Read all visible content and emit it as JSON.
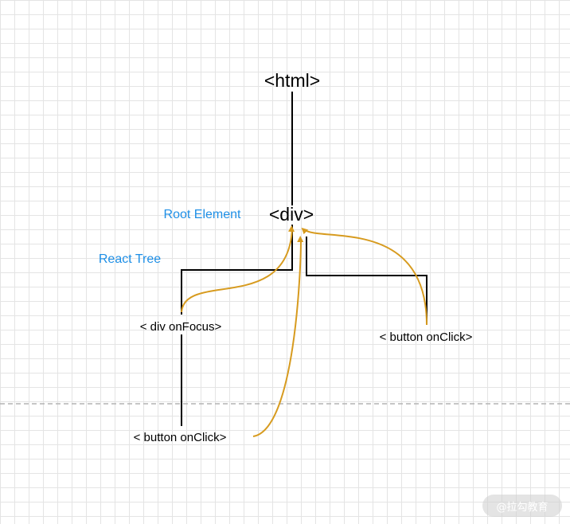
{
  "diagram": {
    "nodes": {
      "html": "<html>",
      "div": "<div>",
      "div_onfocus": "< div onFocus>",
      "button_right": "< button onClick>",
      "button_bottom": "< button onClick>"
    },
    "annotations": {
      "root_element": "Root Element",
      "react_tree": "React Tree"
    },
    "colors": {
      "tree_line": "#000000",
      "event_arrow": "#d79b1f",
      "annotation_text": "#1e8fe6",
      "divider": "#b3b3b3"
    }
  },
  "watermark": {
    "text": "@拉勾教育"
  }
}
